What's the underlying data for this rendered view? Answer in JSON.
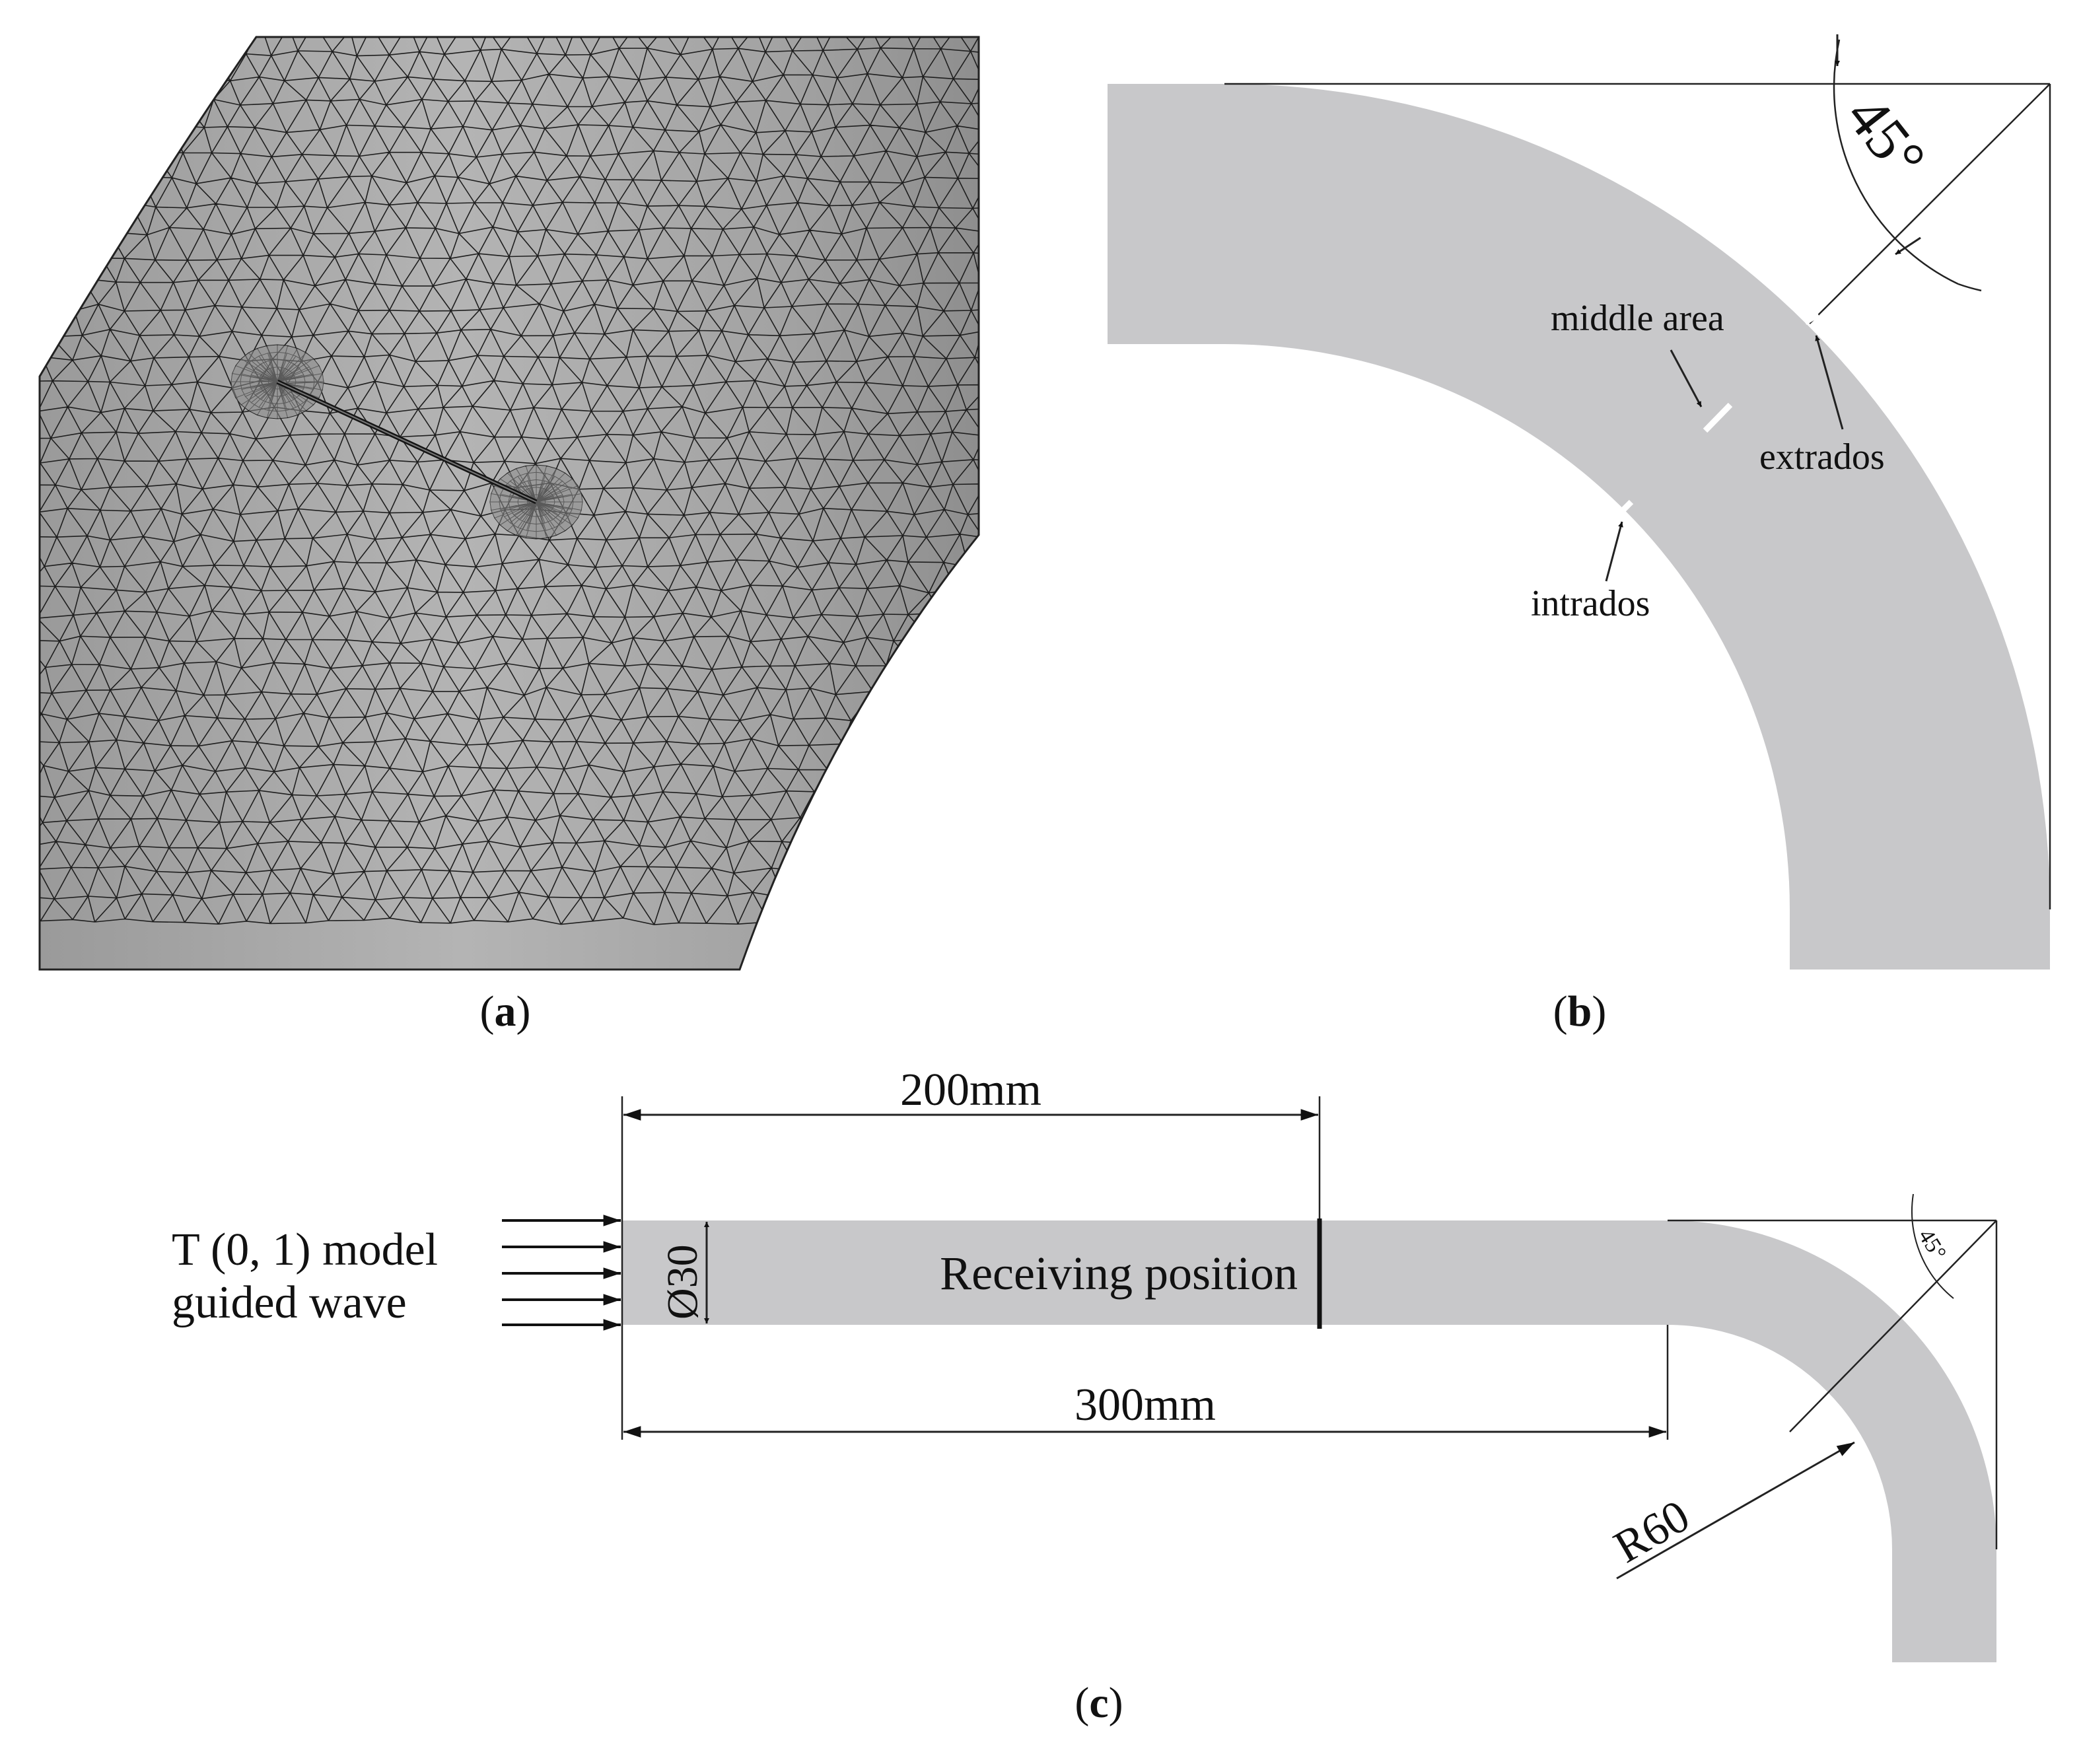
{
  "figure": {
    "panel_a": {
      "label_open": "(",
      "label_letter": "a",
      "label_close": ")"
    },
    "panel_b": {
      "label_open": "(",
      "label_letter": "b",
      "label_close": ")",
      "angle_label": "45°",
      "middle_label": "middle area",
      "extrados_label": "extrados",
      "intrados_label": "intrados"
    },
    "panel_c": {
      "label_open": "(",
      "label_letter": "c",
      "label_close": ")",
      "wave_label_line1": "T (0, 1) model",
      "wave_label_line2": "guided wave",
      "dim_200": "200mm",
      "dim_300": "300mm",
      "dia_label": "Ø30",
      "receiving_label": "Receiving position",
      "radius_label": "R60",
      "angle_label": "45°"
    },
    "colors": {
      "pipe_fill": "#c8c8ca",
      "mesh_fill": "#a6a6a6",
      "line": "#111111",
      "marker": "#ffffff"
    }
  }
}
